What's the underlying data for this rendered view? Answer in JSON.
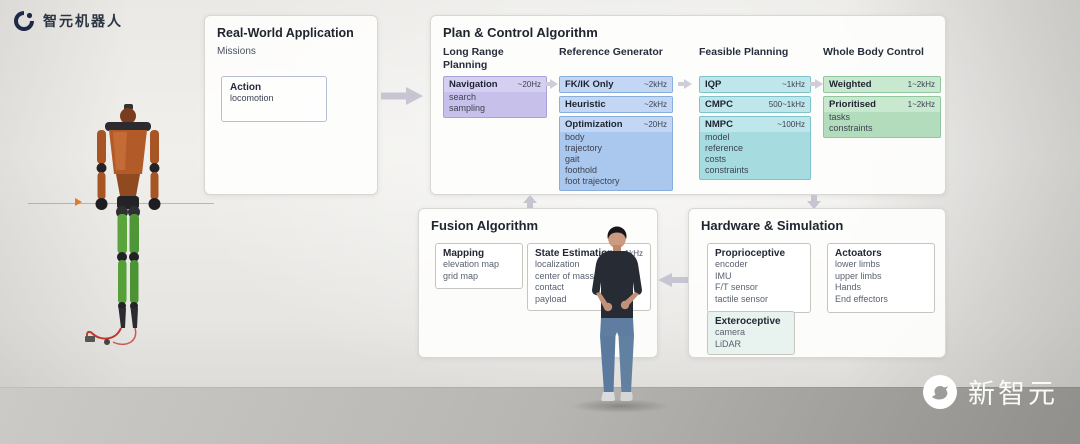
{
  "page": {
    "brand": "智元机器人",
    "watermark": "新智元"
  },
  "colors": {
    "long_range_planning": "#c6c0ea",
    "reference_generator": "#aac7ee",
    "feasible_planning": "#a6dbe0",
    "whole_body_control": "#b3dcbd"
  },
  "real_world": {
    "title": "Real-World Application",
    "subtitle": "Missions",
    "action": {
      "title": "Action",
      "items": [
        "locomotion"
      ]
    }
  },
  "plan_control": {
    "title": "Plan & Control Algorithm",
    "columns": [
      {
        "header": "Long Range Planning",
        "blocks": [
          {
            "title": "Navigation",
            "rate": "~20Hz",
            "items": [
              "search",
              "sampling"
            ]
          }
        ]
      },
      {
        "header": "Reference Generator",
        "blocks": [
          {
            "title": "FK/IK Only",
            "rate": "~2kHz",
            "items": []
          },
          {
            "title": "Heuristic",
            "rate": "~2kHz",
            "items": []
          },
          {
            "title": "Optimization",
            "rate": "~20Hz",
            "items": [
              "body",
              "trajectory",
              "gait",
              "foothold",
              "foot trajectory"
            ]
          }
        ]
      },
      {
        "header": "Feasible Planning",
        "blocks": [
          {
            "title": "IQP",
            "rate": "~1kHz",
            "items": []
          },
          {
            "title": "CMPC",
            "rate": "500~1kHz",
            "items": []
          },
          {
            "title": "NMPC",
            "rate": "~100Hz",
            "items": [
              "model",
              "reference",
              "costs",
              "constraints"
            ]
          }
        ]
      },
      {
        "header": "Whole Body Control",
        "blocks": [
          {
            "title": "Weighted",
            "rate": "1~2kHz",
            "items": []
          },
          {
            "title": "Prioritised",
            "rate": "1~2kHz",
            "items": [
              "tasks",
              "constraints"
            ]
          }
        ]
      }
    ]
  },
  "fusion": {
    "title": "Fusion Algorithm",
    "blocks": [
      {
        "title": "Mapping",
        "rate": "",
        "items": [
          "elevation map",
          "grid map"
        ]
      },
      {
        "title": "State Estimation",
        "rate": "~1kHz",
        "items": [
          "localization",
          "center of mass",
          "contact",
          "payload"
        ]
      }
    ]
  },
  "hardware": {
    "title": "Hardware & Simulation",
    "blocks": [
      {
        "title": "Proprioceptive",
        "items": [
          "encoder",
          "IMU",
          "F/T sensor",
          "tactile sensor"
        ]
      },
      {
        "title": "Exteroceptive",
        "items": [
          "camera",
          "LiDAR"
        ]
      },
      {
        "title": "Actoators",
        "items": [
          "lower limbs",
          "upper limbs",
          "Hands",
          "End effectors"
        ]
      }
    ]
  }
}
